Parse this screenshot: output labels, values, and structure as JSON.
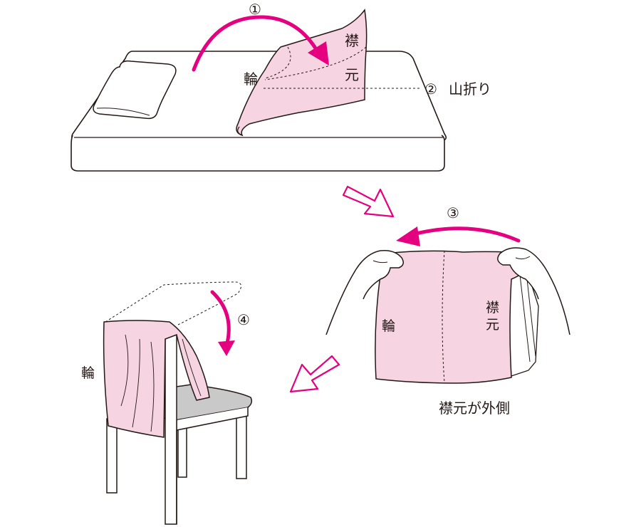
{
  "colors": {
    "accent": "#e4007f",
    "fabric": "#f7d4e2",
    "outline": "#231815",
    "seat": "#c9c9c9"
  },
  "labels": {
    "step1": "①",
    "step2": "②",
    "step2_text": "山折り",
    "step3": "③",
    "step4": "④",
    "collar_top_1": "襟",
    "collar_top_2": "元",
    "ring_top": "輪",
    "ring_mid": "輪",
    "collar_mid_1": "襟",
    "collar_mid_2": "元",
    "collar_outside": "襟元が外側",
    "ring_chair": "輪"
  },
  "icons": [
    "curved-arrow-icon",
    "hollow-arrow-icon",
    "hand-icon",
    "bed-icon",
    "chair-icon",
    "pillow-icon"
  ]
}
